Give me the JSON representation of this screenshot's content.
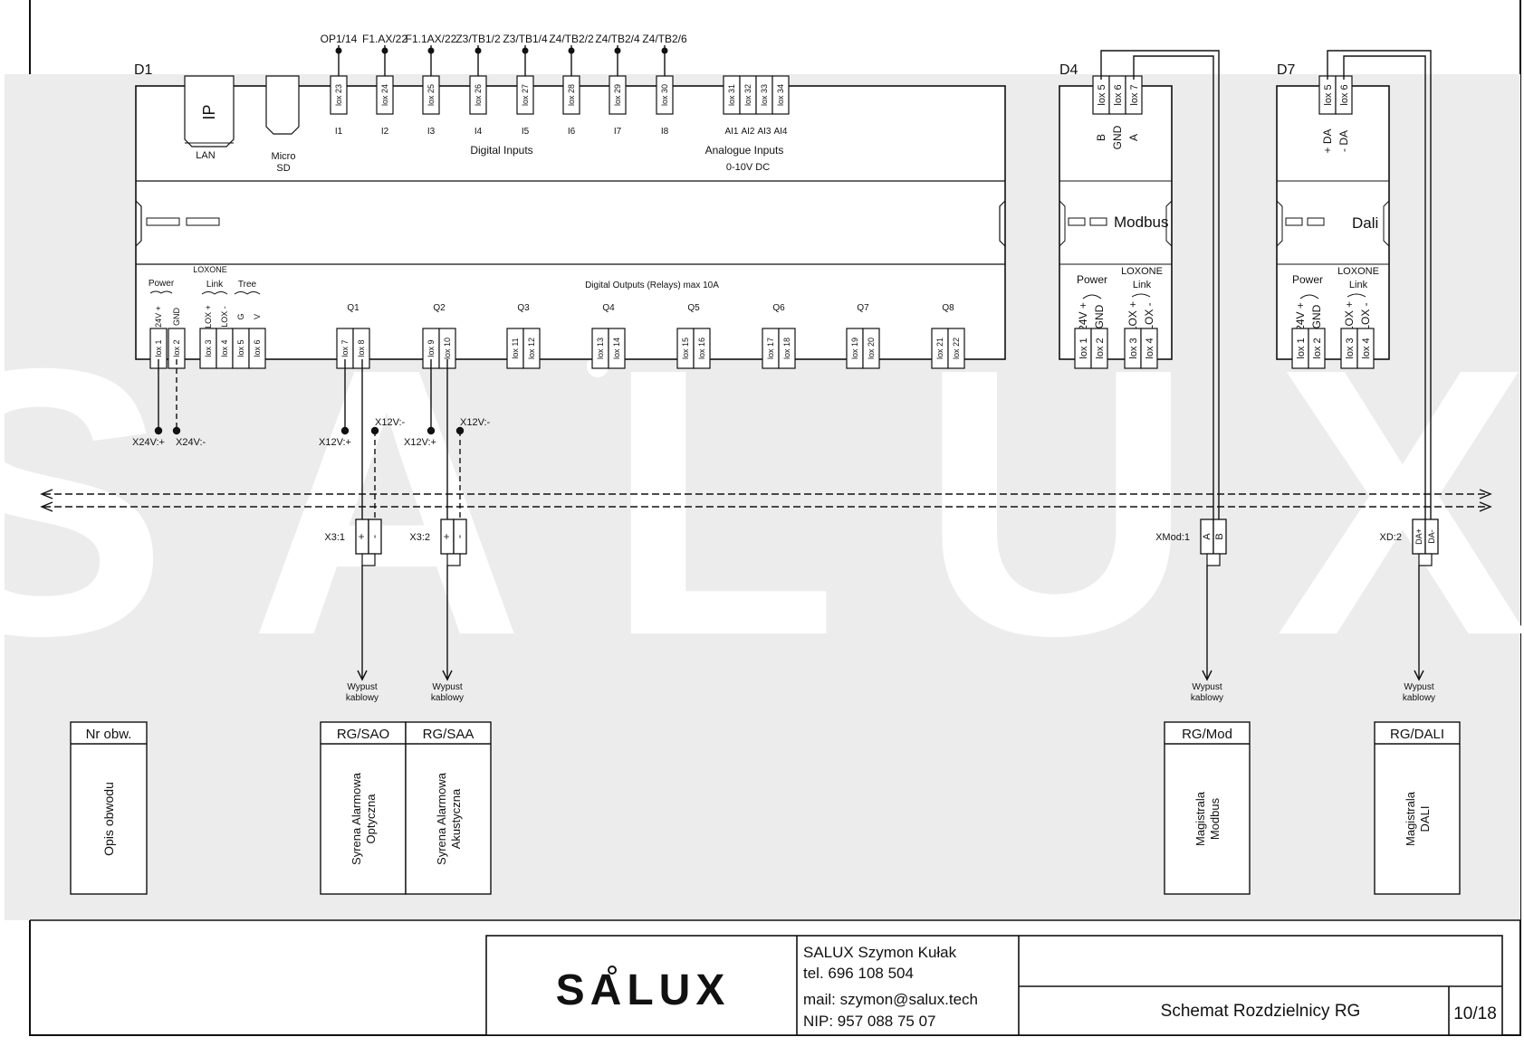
{
  "watermark": "SALUX",
  "modules": {
    "d1": {
      "id": "D1",
      "ip_label": "IP",
      "lan_label": "LAN",
      "micro_label": "Micro",
      "sd_label": "SD",
      "digital_inputs_title": "Digital Inputs",
      "analogue_inputs_title": "Analogue Inputs",
      "analogue_inputs_range": "0-10V DC",
      "digital_outputs_title": "Digital Outputs (Relays) max 10A",
      "power_label": "Power",
      "loxone_label": "LOXONE",
      "link_label": "Link",
      "tree_label": "Tree",
      "input_refs": [
        "OP1/14",
        "F1.AX/22",
        "F1.1AX/22",
        "Z3/TB1/2",
        "Z3/TB1/4",
        "Z4/TB2/2",
        "Z4/TB2/4",
        "Z4/TB2/6"
      ],
      "input_terminals": [
        "lox 23",
        "lox 24",
        "lox 25",
        "lox 26",
        "lox 27",
        "lox 28",
        "lox 29",
        "lox 30"
      ],
      "input_names": [
        "I1",
        "I2",
        "I3",
        "I4",
        "I5",
        "I6",
        "I7",
        "I8"
      ],
      "analog_terminals": [
        "lox 31",
        "lox 32",
        "lox 33",
        "lox 34"
      ],
      "analog_names": [
        "AI1",
        "AI2",
        "AI3",
        "AI4"
      ],
      "power_pins": [
        "24V +",
        "GND"
      ],
      "power_terminals": [
        "lox 1",
        "lox 2"
      ],
      "link_pins": [
        "LOX +",
        "LOX -",
        "G",
        "V"
      ],
      "link_terminals": [
        "lox 3",
        "lox 4",
        "lox 5",
        "lox 6"
      ],
      "output_names": [
        "Q1",
        "Q2",
        "Q3",
        "Q4",
        "Q5",
        "Q6",
        "Q7",
        "Q8"
      ],
      "output_terminals": [
        [
          "lox 7",
          "lox 8"
        ],
        [
          "lox 9",
          "lox 10"
        ],
        [
          "lox 11",
          "lox 12"
        ],
        [
          "lox 13",
          "lox 14"
        ],
        [
          "lox 15",
          "lox 16"
        ],
        [
          "lox 17",
          "lox 18"
        ],
        [
          "lox 19",
          "lox 20"
        ],
        [
          "lox 21",
          "lox 22"
        ]
      ]
    },
    "d4": {
      "id": "D4",
      "title": "Modbus",
      "top_terminals": [
        "lox 5",
        "lox 6",
        "lox 7"
      ],
      "top_pins": [
        "B",
        "GND",
        "A"
      ],
      "power_label": "Power",
      "loxone_label": "LOXONE",
      "link_label": "Link",
      "power_pins": [
        "24V +",
        "GND"
      ],
      "link_pins": [
        "LOX +",
        "LOX -"
      ],
      "bottom_terminals": [
        "lox 1",
        "lox 2",
        "lox 3",
        "lox 4"
      ]
    },
    "d7": {
      "id": "D7",
      "title": "Dali",
      "top_terminals": [
        "lox 5",
        "lox 6"
      ],
      "top_pins": [
        "+ DA",
        "- DA"
      ],
      "power_label": "Power",
      "loxone_label": "LOXONE",
      "link_label": "Link",
      "power_pins": [
        "24V +",
        "GND"
      ],
      "link_pins": [
        "LOX +",
        "LOX -"
      ],
      "bottom_terminals": [
        "lox 1",
        "lox 2",
        "lox 3",
        "lox 4"
      ]
    }
  },
  "wiring": {
    "supply_24_plus": "X24V:+",
    "supply_24_minus": "X24V:-",
    "supply_12_plus": "X12V:+",
    "supply_12_minus": "X12V:-",
    "x3_1": "X3:1",
    "x3_2": "X3:2",
    "xmod_1": "XMod:1",
    "xd_2": "XD:2",
    "plus": "+",
    "minus": "-",
    "mod_a": "A",
    "mod_b": "B",
    "da_plus": "DA+",
    "da_minus": "DA-",
    "outlet_line1": "Wypust",
    "outlet_line2": "kablowy"
  },
  "circuits": {
    "legend_header": "Nr obw.",
    "legend_desc": "Opis obwodu",
    "sao_header": "RG/SAO",
    "sao_line1": "Syrena Alarmowa",
    "sao_line2": "Optyczna",
    "saa_header": "RG/SAA",
    "saa_line1": "Syrena Alarmowa",
    "saa_line2": "Akustyczna",
    "mod_header": "RG/Mod",
    "mod_line1": "Magistrala",
    "mod_line2": "Modbus",
    "dali_header": "RG/DALI",
    "dali_line1": "Magistrala",
    "dali_line2": "DALI"
  },
  "title_block": {
    "logo": "SALUX",
    "company": "SALUX Szymon Kułak",
    "phone": "tel. 696 108 504",
    "mail": "mail:  szymon@salux.tech",
    "nip": "NIP:  957 088 75 07",
    "drawing_title": "Schemat Rozdzielnicy RG",
    "sheet": "10/18"
  }
}
